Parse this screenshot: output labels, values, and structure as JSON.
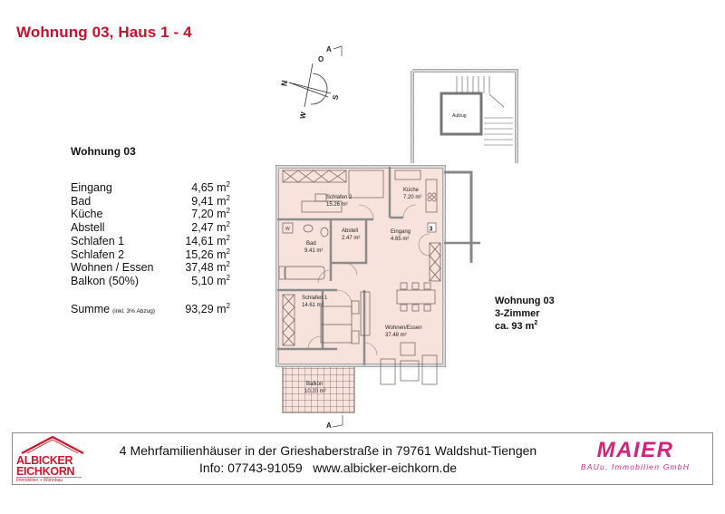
{
  "header": {
    "title": "Wohnung 03, Haus 1 - 4"
  },
  "area_table": {
    "title": "Wohnung 03",
    "unit": "m",
    "unit_exp": "2",
    "rows": [
      {
        "label": "Eingang",
        "value": "4,65"
      },
      {
        "label": "Bad",
        "value": "9,41"
      },
      {
        "label": "Küche",
        "value": "7,20"
      },
      {
        "label": "Abstell",
        "value": "2,47"
      },
      {
        "label": "Schlafen 1",
        "value": "14,61"
      },
      {
        "label": "Schlafen 2",
        "value": "15,26"
      },
      {
        "label": "Wohnen / Essen",
        "value": "37,48"
      },
      {
        "label": "Balkon (50%)",
        "value": "5,10"
      }
    ],
    "sum": {
      "label": "Summe",
      "note": "(inkl. 3% Abzug)",
      "value": "93,29"
    }
  },
  "summary": {
    "line1": "Wohnung 03",
    "line2": "3-Zimmer",
    "line3": "ca. 93 m",
    "line3_exp": "2"
  },
  "floor_plan": {
    "compass": {
      "n": "N",
      "o": "O",
      "s": "S",
      "w": "W"
    },
    "section_marker": "A",
    "rooms": [
      {
        "name": "Schlafen 2",
        "area": "15.26 m²"
      },
      {
        "name": "Küche",
        "area": "7.20 m²"
      },
      {
        "name": "Bad",
        "area": "9.41 m²"
      },
      {
        "name": "Abstell",
        "area": "2.47 m²"
      },
      {
        "name": "Eingang",
        "area": "4.65 m²"
      },
      {
        "name": "Schlafen 1",
        "area": "14.61 m²"
      },
      {
        "name": "Wohnen/Essen",
        "area": "37.48 m²"
      },
      {
        "name": "Balkon",
        "area": "10.20 m²"
      }
    ],
    "elevator_label": "Aufzug",
    "stair_number": "3",
    "washer_label": "W"
  },
  "footer": {
    "left_logo": {
      "line1": "ALBICKER",
      "line2": "EICHKORN",
      "sub": "Immobilien + Wohnbau"
    },
    "text_line1": "4 Mehrfamilienhäuser in der Grieshaberstraße in 79761 Waldshut-Tiengen",
    "text_line2": "Info: 07743-91059   www.albicker-eichkorn.de",
    "right_logo": {
      "brand": "MAIER",
      "tag": "BAUu. Immobilien GmbH"
    }
  },
  "colors": {
    "title_red": "#c8102e",
    "room_fill": "#f8e3dc",
    "wall_fill": "#d9d9d9",
    "maier_pink": "#d4237a",
    "albicker_red": "#d0172a"
  }
}
